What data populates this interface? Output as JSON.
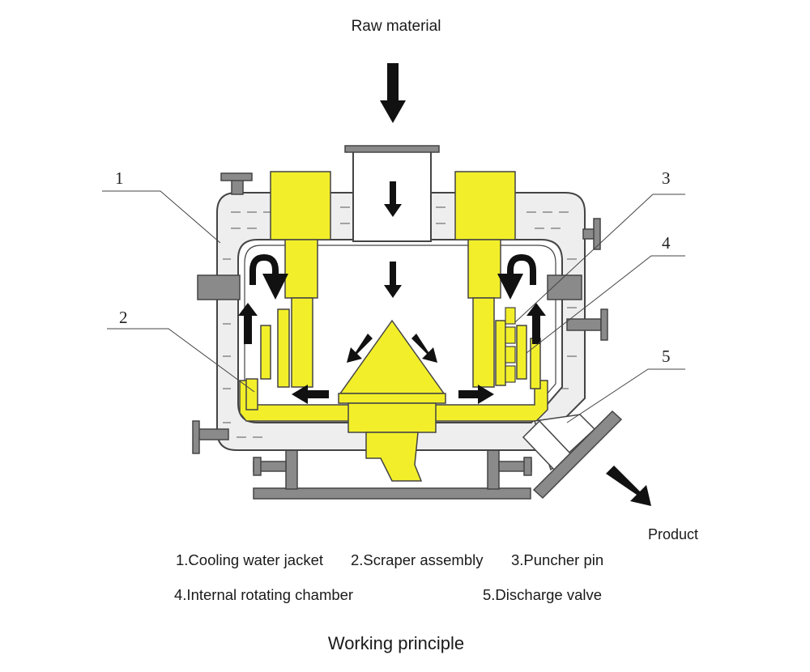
{
  "labels": {
    "input": "Raw material",
    "output": "Product",
    "caption": "Working principle"
  },
  "callouts": [
    "1",
    "2",
    "3",
    "4",
    "5"
  ],
  "legend": {
    "item1": "1.Cooling water jacket",
    "item2": "2.Scraper assembly",
    "item3": "3.Puncher pin",
    "item4": "4.Internal rotating chamber",
    "item5": "5.Discharge valve"
  },
  "colors": {
    "component": "#f2ef2a",
    "outline": "#444444",
    "metal": "#8a8a8a",
    "arrow": "#111111",
    "jacket": "#f0f0f0"
  }
}
